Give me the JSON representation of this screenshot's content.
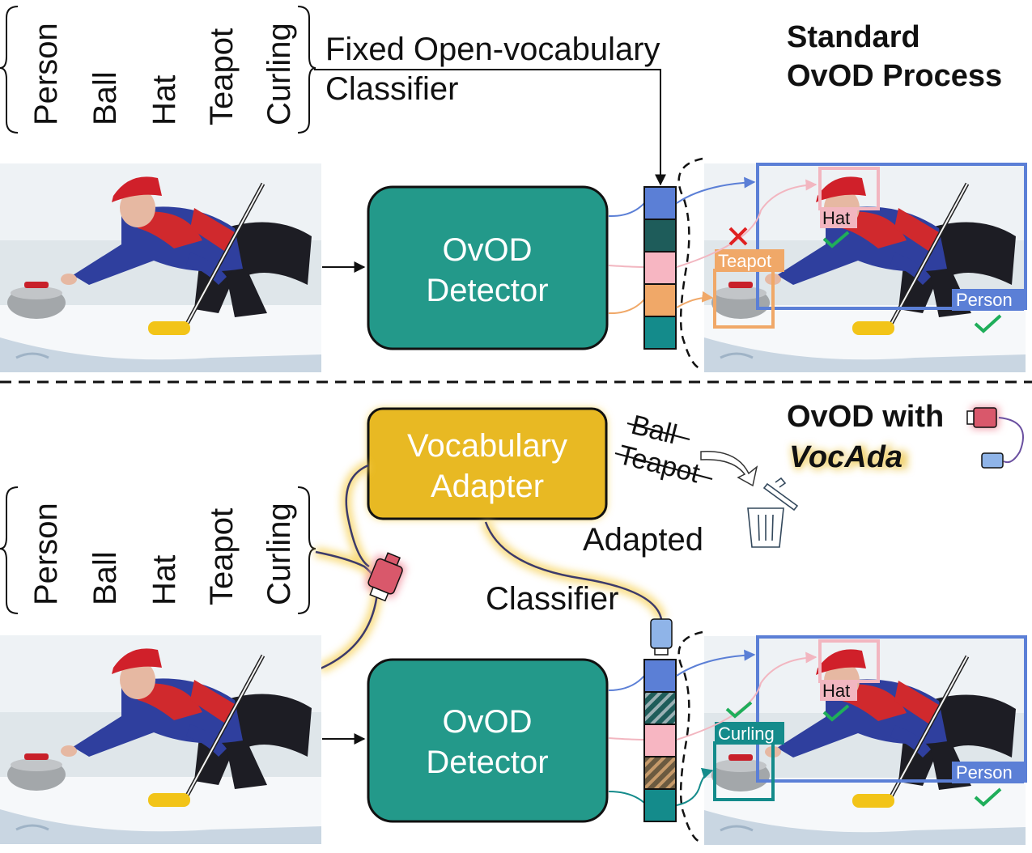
{
  "top": {
    "title_line1": "Standard",
    "title_line2": "OvOD Process",
    "vocabulary": [
      "Person",
      "Ball",
      "Hat",
      "Teapot",
      "Curling"
    ],
    "classifier_line1": "Fixed Open-vocabulary",
    "classifier_line2": "Classifier",
    "detector_line1": "OvOD",
    "detector_line2": "Detector",
    "labels": {
      "hat": "Hat",
      "teapot": "Teapot",
      "person": "Person"
    }
  },
  "bottom": {
    "title_line1": "OvOD with",
    "title_line2": "VocAda",
    "vocabulary": [
      "Person",
      "Ball",
      "Hat",
      "Teapot",
      "Curling"
    ],
    "adapter_line1": "Vocabulary",
    "adapter_line2": "Adapter",
    "removed": [
      "Ball",
      "Teapot"
    ],
    "adapted_label": "Adapted",
    "classifier_label": "Classifier",
    "detector_line1": "OvOD",
    "detector_line2": "Detector",
    "labels": {
      "hat": "Hat",
      "curling": "Curling",
      "person": "Person"
    }
  },
  "colors": {
    "detector": "#23998a",
    "adapter": "#e8b923",
    "person": "#5b7fd6",
    "hat": "#f2b6c0",
    "teapot": "#f0a868",
    "curling": "#148b8b",
    "check": "#1fae5a",
    "cross": "#e02020"
  },
  "icons": [
    "check-icon",
    "cross-icon",
    "trash-icon",
    "plug-icon",
    "arrow-icon"
  ]
}
